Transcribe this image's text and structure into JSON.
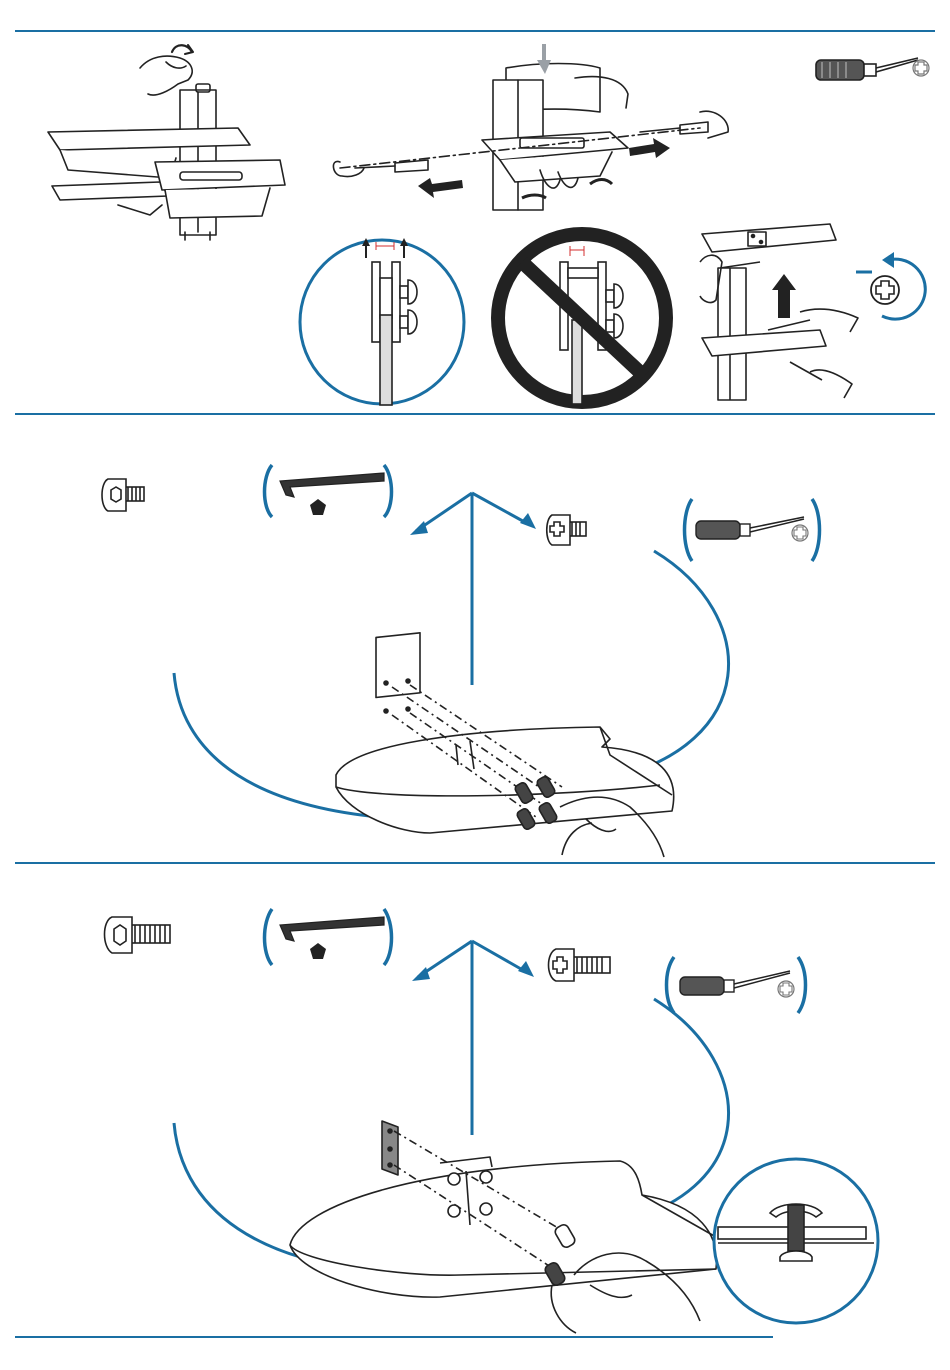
{
  "page": {
    "type": "assembly-instructions",
    "text_visible": false
  },
  "colors": {
    "accent": "#1a6fa3",
    "line": "#222222",
    "fill_light": "#f2f2f2",
    "red_marker": "#d32f2f"
  },
  "panels": [
    {
      "name": "remove-tray-and-bracket",
      "icons": [
        "phillips-screwdriver-icon",
        "phillips-head-icon",
        "counterclockwise-rotation-icon",
        "prohibited-icon"
      ]
    },
    {
      "name": "attach-small-bracket",
      "icons": [
        "button-head-hex-screw-icon",
        "hex-key-icon",
        "pan-head-phillips-screw-icon",
        "phillips-screwdriver-icon"
      ]
    },
    {
      "name": "attach-long-bracket",
      "icons": [
        "button-head-hex-screw-icon",
        "hex-key-icon",
        "pan-head-phillips-screw-icon",
        "phillips-screwdriver-icon",
        "detail-callout-icon"
      ]
    }
  ]
}
